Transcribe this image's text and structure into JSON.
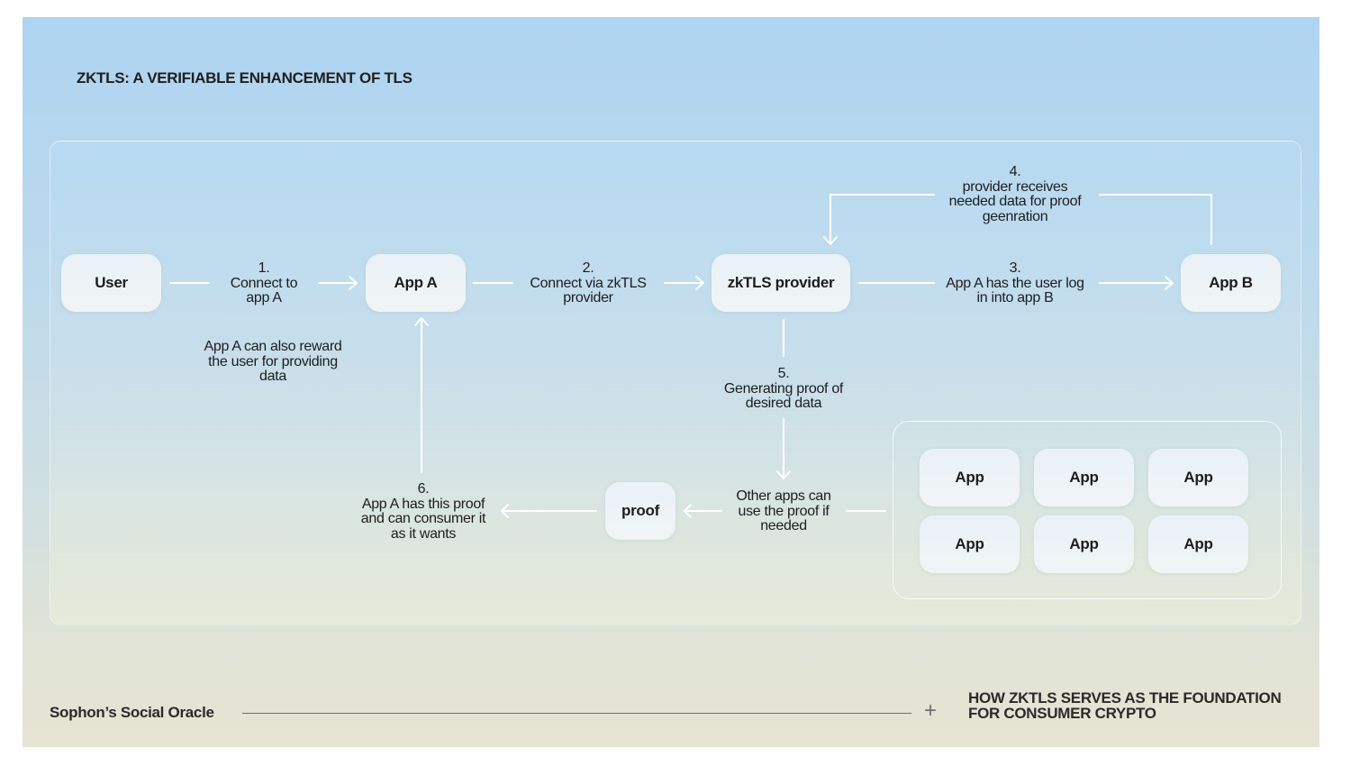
{
  "title": "ZKTLS: A VERIFIABLE ENHANCEMENT OF TLS",
  "nodes": {
    "user": "User",
    "app_a": "App A",
    "zktls_provider": "zkTLS provider",
    "app_b": "App B",
    "proof": "proof",
    "apps": [
      "App",
      "App",
      "App",
      "App",
      "App",
      "App"
    ]
  },
  "steps": {
    "step1": "1.\nConnect to\napp A",
    "step2": "2.\nConnect via zkTLS\nprovider",
    "step3": "3.\nApp A has the user log\nin into app B",
    "step4": "4.\nprovider receives\nneeded data for proof\ngeenration",
    "step5": "5.\nGenerating proof of\ndesired data",
    "step6": "6.\nApp A has this proof\nand can consumer it\nas it wants"
  },
  "notes": {
    "reward": "App A can also reward\nthe user for providing\ndata",
    "other_apps": "Other apps can\nuse the proof if\nneeded"
  },
  "footer": {
    "left": "Sophon’s Social Oracle",
    "right": "HOW ZKTLS SERVES AS THE FOUNDATION\nFOR CONSUMER CRYPTO"
  }
}
